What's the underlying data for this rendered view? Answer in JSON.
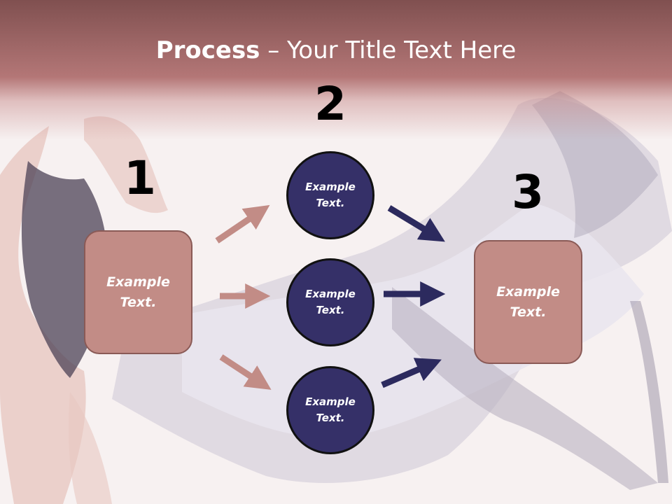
{
  "title": {
    "bold": "Process",
    "rest": " – Your Title Text Here"
  },
  "steps": {
    "one": "1",
    "two": "2",
    "three": "3"
  },
  "left_box": {
    "label": "Example\nText."
  },
  "right_box": {
    "label": "Example\nText."
  },
  "circles": [
    {
      "label": "Example\nText."
    },
    {
      "label": "Example\nText."
    },
    {
      "label": "Example\nText."
    }
  ],
  "colors": {
    "header": "#9c6464",
    "box_fill": "#c28c86",
    "circle_fill": "#353068",
    "arrow_pink": "#c28c86",
    "arrow_navy": "#2c2a5e"
  }
}
